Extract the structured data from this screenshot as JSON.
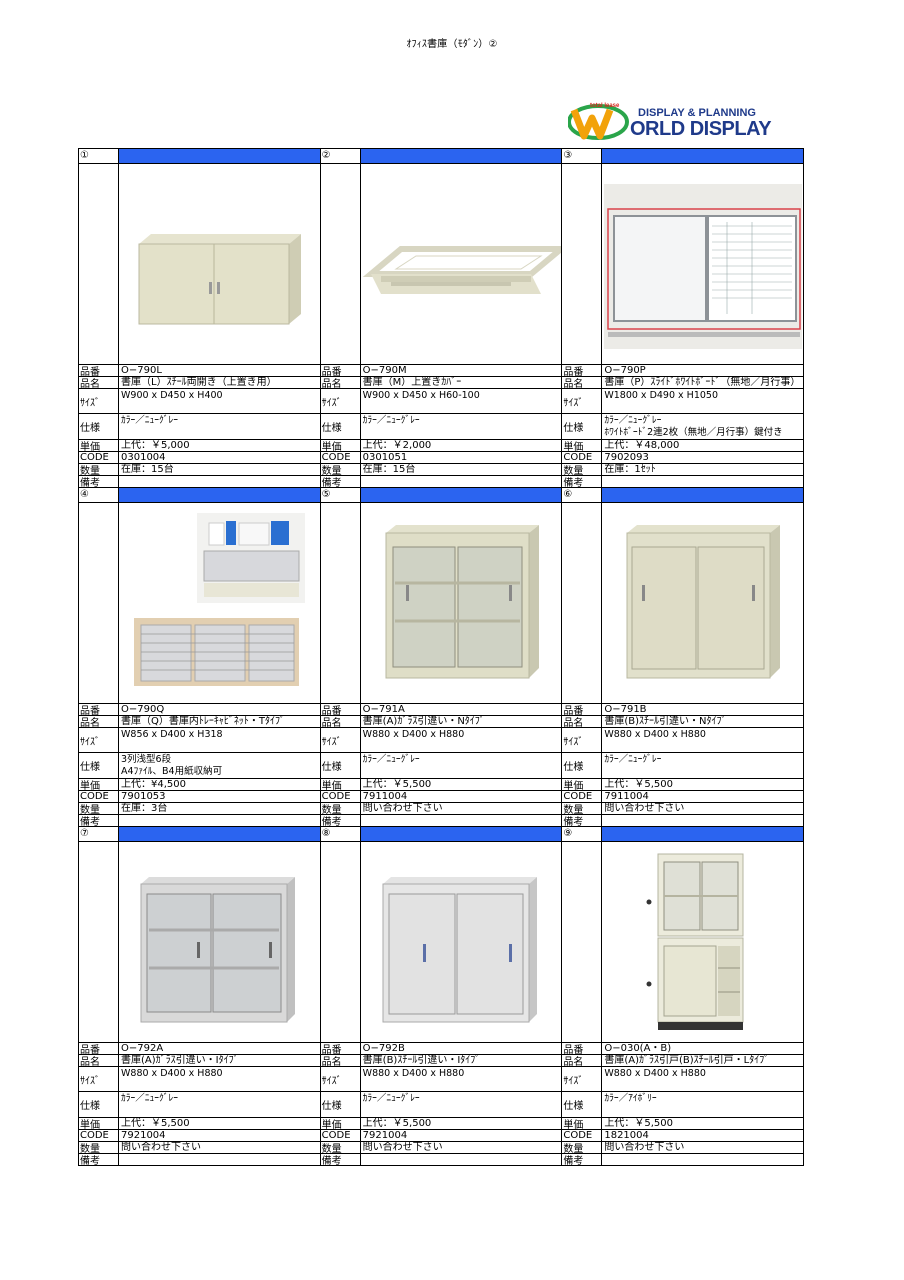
{
  "page": {
    "title": "ｵﾌｨｽ書庫（ﾓﾀﾞﾝ）②"
  },
  "logo": {
    "tagline": "total lease",
    "line1": "DISPLAY & PLANNING",
    "line2": "ORLD DISPLAY"
  },
  "labels": {
    "code_no": "品番",
    "name": "品名",
    "size": "ｻｲｽﾞ",
    "spec": "仕様",
    "price": "単価",
    "code": "CODE",
    "qty": "数量",
    "note": "備考"
  },
  "colors": {
    "header_bar": "#2b64f0"
  },
  "items": [
    {
      "num": "①",
      "code_no": "O−790L",
      "name": "書庫（L）ｽﾁｰﾙ両開き（上置き用）",
      "size": "W900 x D450 x H400",
      "spec": [
        "ｶﾗｰ／ﾆｭｰｸﾞﾚｰ"
      ],
      "price": "上代：￥5,000",
      "code": "0301004",
      "qty": "在庫：15台",
      "note": ""
    },
    {
      "num": "②",
      "code_no": "O−790M",
      "name": "書庫（M）上置きｶﾊﾞｰ",
      "size": "W900 x D450 x H60-100",
      "spec": [
        "ｶﾗｰ／ﾆｭｰｸﾞﾚｰ"
      ],
      "price": "上代：￥2,000",
      "code": "0301051",
      "qty": "在庫：15台",
      "note": ""
    },
    {
      "num": "③",
      "code_no": "O−790P",
      "name": "書庫（P）ｽﾗｲﾄﾞﾎﾜｲﾄﾎﾞｰﾄﾞ（無地／月行事）",
      "size": "W1800 x D490 x H1050",
      "spec": [
        "ｶﾗｰ／ﾆｭｰｸﾞﾚｰ",
        "ﾎﾜｲﾄﾎﾞｰﾄﾞ2連2枚（無地／月行事）鍵付き"
      ],
      "price": "上代：￥48,000",
      "code": "7902093",
      "qty": "在庫：1ｾｯﾄ",
      "note": ""
    },
    {
      "num": "④",
      "code_no": "O−790Q",
      "name": "書庫（Q）書庫内ﾄﾚｰｷｬﾋﾞﾈｯﾄ・Tﾀｲﾌﾟ",
      "size": "W856 x D400 x H318",
      "spec": [
        "3列浅型6段",
        "A4ﾌｧｲﾙ、B4用紙収納可"
      ],
      "price": "上代：¥4,500",
      "code": "7901053",
      "qty": "在庫：3台",
      "note": ""
    },
    {
      "num": "⑤",
      "code_no": "O−791A",
      "name": "書庫(A)ｶﾞﾗｽ引違い・Nﾀｲﾌﾟ",
      "size": "W880 x D400 x H880",
      "spec": [
        "ｶﾗｰ／ﾆｭｰｸﾞﾚｰ"
      ],
      "price": "上代：￥5,500",
      "code": "7911004",
      "qty": "問い合わせ下さい",
      "note": ""
    },
    {
      "num": "⑥",
      "code_no": "O−791B",
      "name": "書庫(B)ｽﾁｰﾙ引違い・Nﾀｲﾌﾟ",
      "size": "W880 x D400 x H880",
      "spec": [
        "ｶﾗｰ／ﾆｭｰｸﾞﾚｰ"
      ],
      "price": "上代：￥5,500",
      "code": "7911004",
      "qty": "問い合わせ下さい",
      "note": ""
    },
    {
      "num": "⑦",
      "code_no": "O−792A",
      "name": "書庫(A)ｶﾞﾗｽ引違い・Iﾀｲﾌﾟ",
      "size": "W880 x D400 x H880",
      "spec": [
        "ｶﾗｰ／ﾆｭｰｸﾞﾚｰ"
      ],
      "price": "上代：￥5,500",
      "code": "7921004",
      "qty": "問い合わせ下さい",
      "note": ""
    },
    {
      "num": "⑧",
      "code_no": "O−792B",
      "name": "書庫(B)ｽﾁｰﾙ引違い・Iﾀｲﾌﾟ",
      "size": "W880 x D400 x H880",
      "spec": [
        "ｶﾗｰ／ﾆｭｰｸﾞﾚｰ"
      ],
      "price": "上代：￥5,500",
      "code": "7921004",
      "qty": "問い合わせ下さい",
      "note": ""
    },
    {
      "num": "⑨",
      "code_no": "O−030(A・B)",
      "name": "書庫(A)ｶﾞﾗｽ引戸(B)ｽﾁｰﾙ引戸・Lﾀｲﾌﾟ",
      "size": "W880 x D400 x H880",
      "spec": [
        "ｶﾗｰ／ｱｲﾎﾞﾘｰ"
      ],
      "price": "上代：￥5,500",
      "code": "1821004",
      "qty": "問い合わせ下さい",
      "note": ""
    }
  ]
}
